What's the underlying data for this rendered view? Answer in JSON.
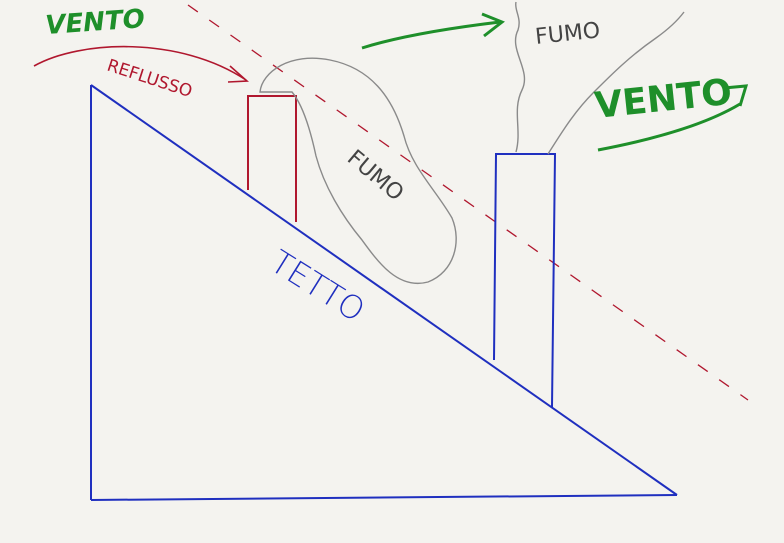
{
  "labels": {
    "wind_left": "VENTO",
    "wind_right": "VENTO",
    "backflow": "REFLUSSO",
    "smoke_top": "FUMO",
    "smoke_bottom": "FUMO",
    "roof": "TETTO"
  },
  "colors": {
    "paper": "#f4f3ef",
    "roof_blue": "#1f2fbf",
    "chimney_red": "#b0172e",
    "wind_green": "#1e8f2a",
    "smoke_gray": "#8a8a8a",
    "text_dark": "#444444"
  }
}
